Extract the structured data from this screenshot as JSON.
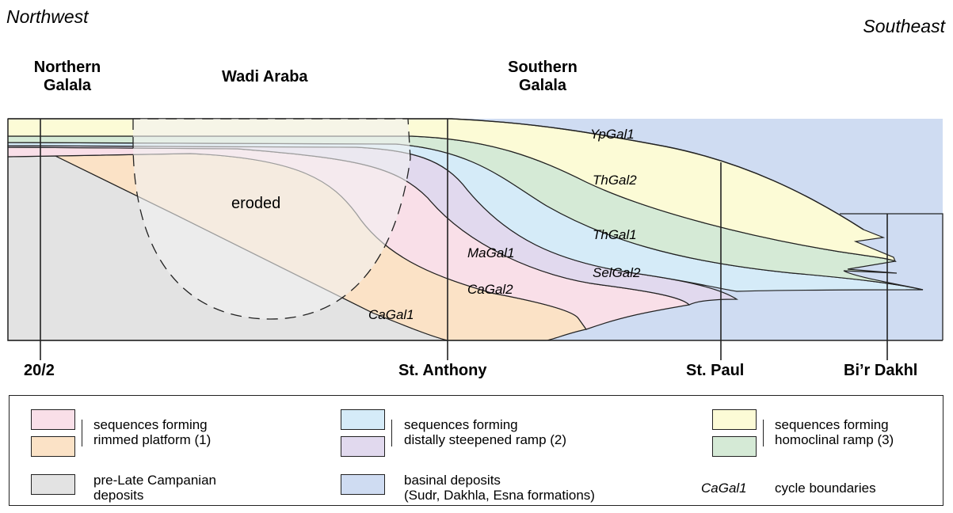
{
  "directions": {
    "left": "Northwest",
    "right": "Southeast"
  },
  "locations": {
    "northern_galala": [
      "Northern",
      "Galala"
    ],
    "wadi_araba": "Wadi Araba",
    "southern_galala": [
      "Southern",
      "Galala"
    ]
  },
  "wells": [
    "20/2",
    "St. Anthony",
    "St. Paul",
    "Bi’r Dakhl"
  ],
  "cycle_labels": {
    "ypgal1": "YpGal1",
    "thgal2": "ThGal2",
    "thgal1": "ThGal1",
    "selgal2": "SelGal2",
    "magal1": "MaGal1",
    "cagal2": "CaGal2",
    "cagal1": "CaGal1"
  },
  "eroded": "eroded",
  "colors": {
    "rimmed_pink": "#f9dfe8",
    "rimmed_orange": "#fbe2c6",
    "ramp_blue": "#d5ebf8",
    "ramp_purple": "#e1d9ee",
    "homo_yellow": "#fcfbd6",
    "homo_green": "#d5ead6",
    "basinal": "#cfdcf2",
    "pre_late": "#e3e3e3"
  },
  "legend": {
    "rimmed": [
      "sequences forming",
      "rimmed platform (1)"
    ],
    "ramp": [
      "sequences forming",
      "distally steepened ramp (2)"
    ],
    "homoclinal": [
      "sequences forming",
      "homoclinal ramp (3)"
    ],
    "pre_late": [
      "pre-Late Campanian",
      "deposits"
    ],
    "basinal": [
      "basinal deposits",
      "(Sudr, Dakhla, Esna formations)"
    ],
    "cycle_sample": "CaGal1",
    "cycle_text": "cycle boundaries"
  }
}
